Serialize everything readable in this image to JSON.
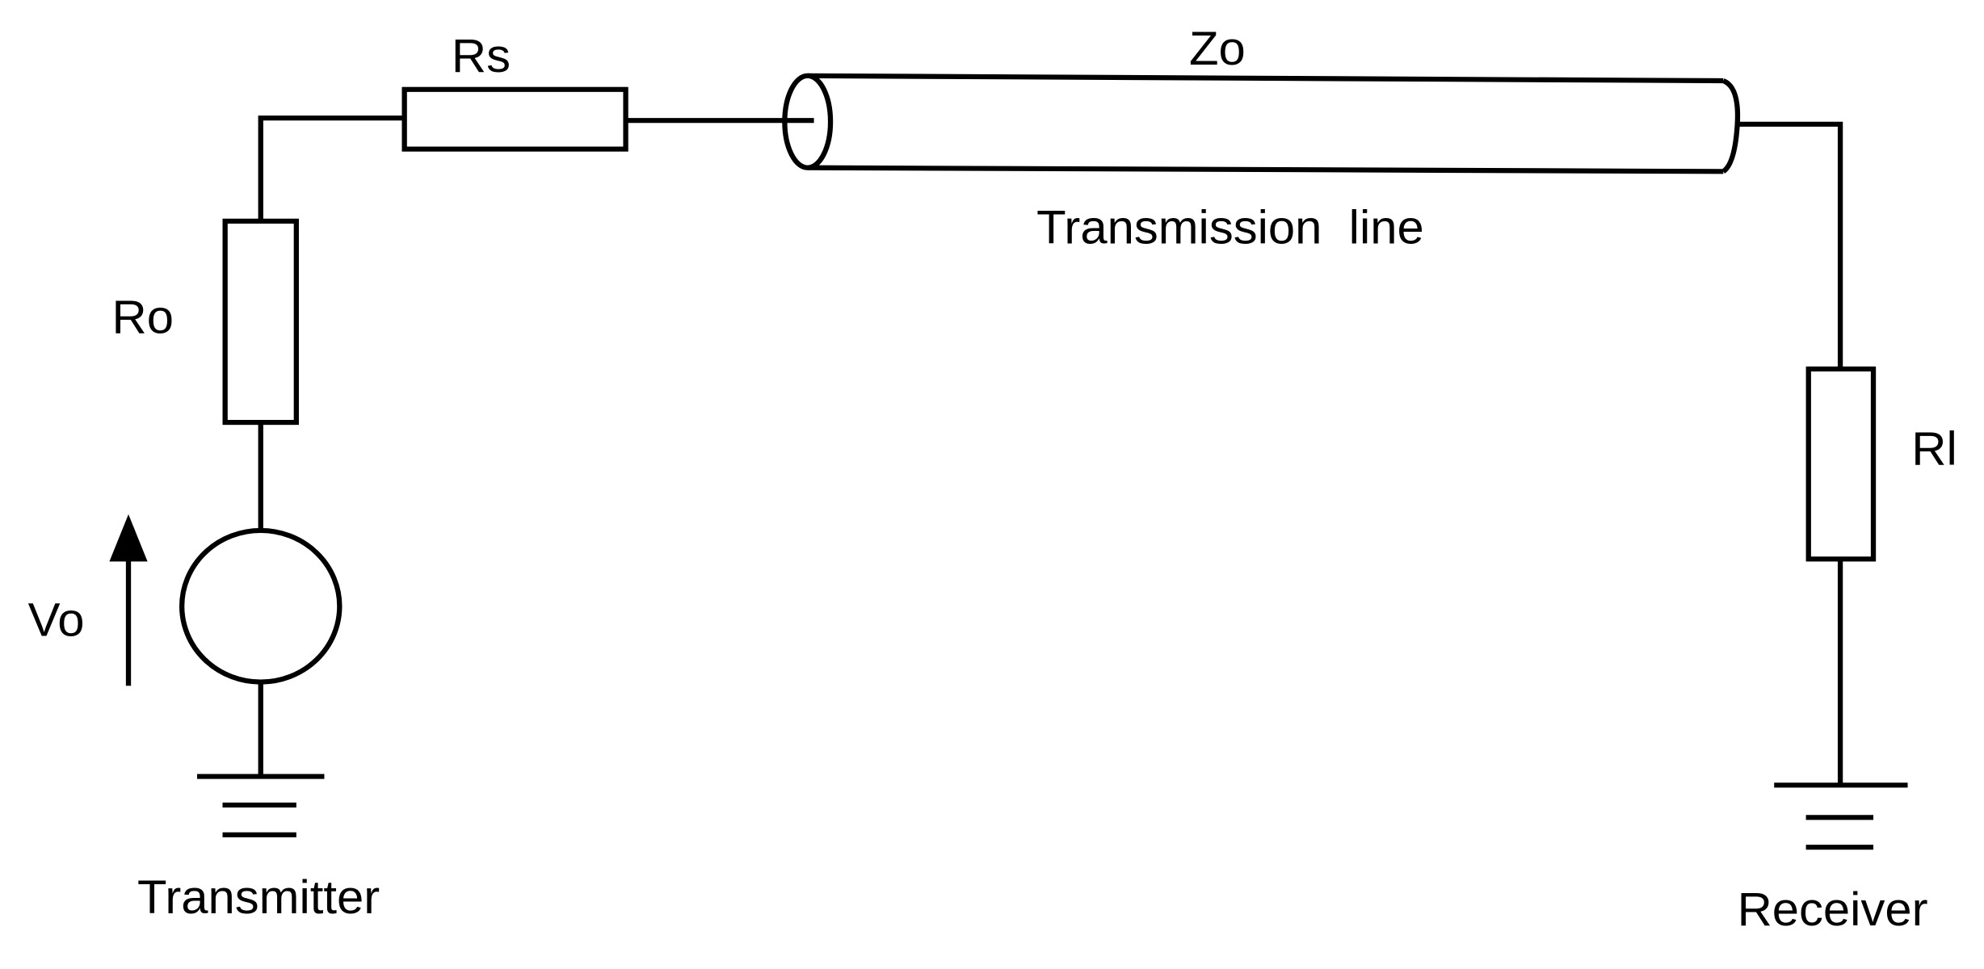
{
  "labels": {
    "rs": "Rs",
    "ro": "Ro",
    "vo": "Vo",
    "zo": "Zo",
    "rl": "Rl",
    "transmission_line": "Transmission  line",
    "transmitter": "Transmitter",
    "receiver": "Receiver"
  },
  "colors": {
    "line": "#000000",
    "background": "#ffffff"
  }
}
